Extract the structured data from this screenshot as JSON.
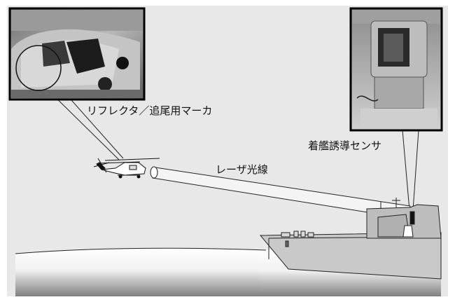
{
  "labels": {
    "reflector": "リフレクタ／追尾用マーカ",
    "laser": "レーザ光線",
    "sensor": "着艦誘導センサ"
  },
  "colors": {
    "background": "#e8e8e8",
    "sea_top": "#ffffff",
    "sea_bottom": "#8a8a8a",
    "ship_hull": "#c9c9c9",
    "ship_superstructure": "#bdbdbd",
    "outline": "#222222"
  },
  "photos": {
    "helicopter_closeup": "helicopter-reflector-photo",
    "sensor_closeup": "landing-sensor-photo"
  }
}
